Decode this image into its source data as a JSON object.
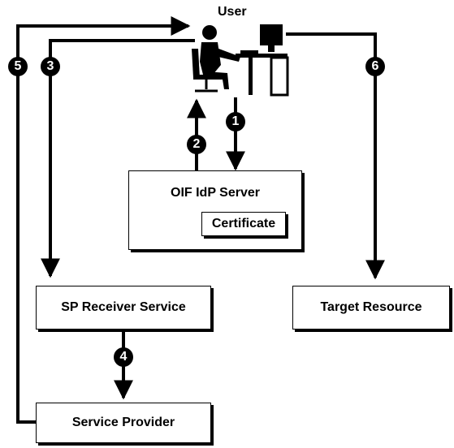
{
  "nodes": {
    "user": {
      "label": "User"
    },
    "idp": {
      "label": "OIF IdP Server",
      "certificate": "Certificate"
    },
    "sp_receiver": {
      "label": "SP Receiver Service"
    },
    "target": {
      "label": "Target Resource"
    },
    "sp": {
      "label": "Service Provider"
    }
  },
  "steps": {
    "s1": "1",
    "s2": "2",
    "s3": "3",
    "s4": "4",
    "s5": "5",
    "s6": "6"
  }
}
